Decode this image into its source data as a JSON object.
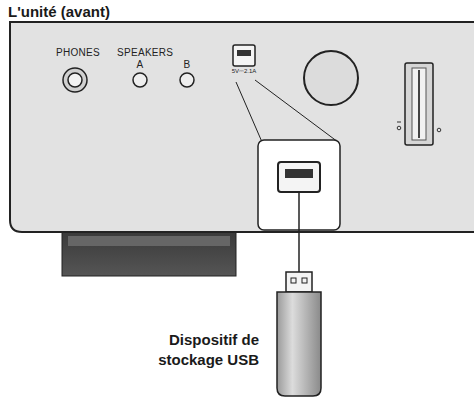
{
  "diagram": {
    "title": "L'unité (avant)",
    "labels": [
      "PHONES",
      "SPEAKERS",
      "A",
      "B",
      "5V⎓2.1A",
      "Dispositif de stockage USB"
    ]
  }
}
